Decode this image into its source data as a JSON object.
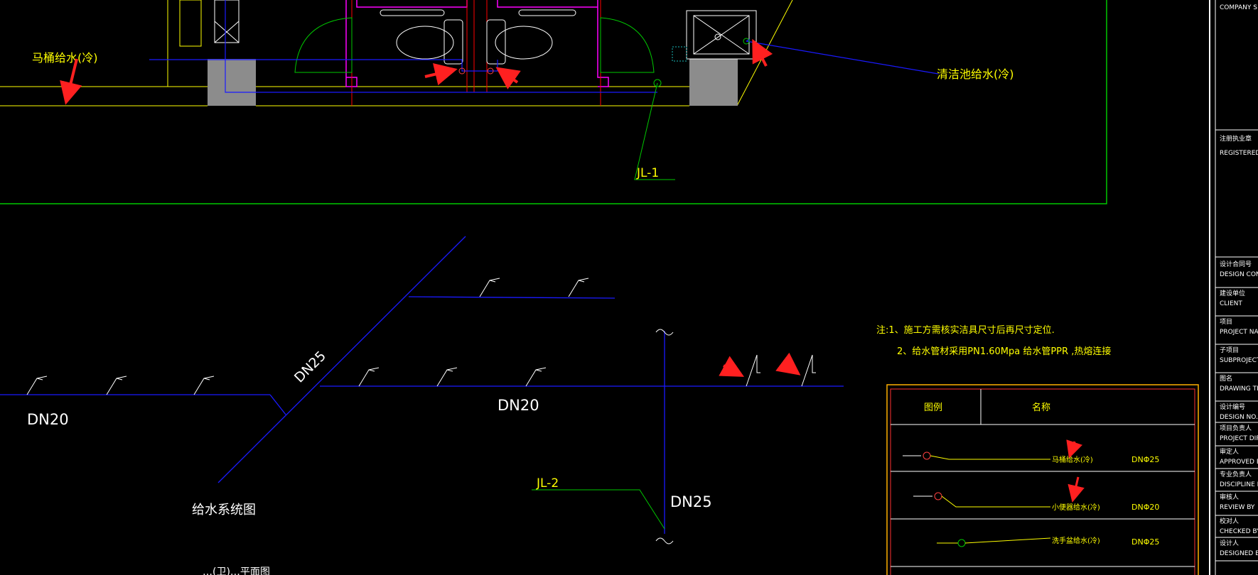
{
  "plan": {
    "label_toilet_supply": "马桶给水(冷)",
    "label_mop_sink_supply": "清洁池给水(冷)",
    "label_riser_1": "JL-1"
  },
  "system": {
    "title": "给水系统图",
    "label_dn25_diag": "DN25",
    "label_dn20_left": "DN20",
    "label_dn20_mid": "DN20",
    "label_dn25_riser": "DN25",
    "label_riser_2": "JL-2",
    "bottom_caption_partial": "…(卫)…平面图"
  },
  "notes": {
    "line1": "注:1、施工方需核实洁具尺寸后再尺寸定位.",
    "line2": "2、给水管材采用PN1.60Mpa   给水管PPR ,热熔连接"
  },
  "legend": {
    "header_symbol": "图例",
    "header_name": "名称",
    "rows": [
      {
        "name": "马桶给水(冷)",
        "size": "DNΦ25"
      },
      {
        "name": "小便器给水(冷)",
        "size": "DNΦ20"
      },
      {
        "name": "洗手盆给水(冷)",
        "size": "DNΦ25"
      }
    ]
  },
  "title_block": {
    "company": "COMPANY S",
    "reg_cn": "注册执业章",
    "reg_en": "REGISTERED",
    "rows": [
      {
        "cn": "设计合同号",
        "en": "DESIGN CONTRAC"
      },
      {
        "cn": "建设单位",
        "en": "CLIENT"
      },
      {
        "cn": "项目",
        "en": "PROJECT NAME"
      },
      {
        "cn": "子项目",
        "en": "SUBPROJECT NA"
      },
      {
        "cn": "图名",
        "en": "DRAWING TITLE"
      },
      {
        "cn": "设计编号",
        "en": "DESIGN NO."
      },
      {
        "cn": "项目负责人",
        "en": "PROJECT DIRECTO"
      },
      {
        "cn": "审定人",
        "en": "APPROVED BY"
      },
      {
        "cn": "专业负责人",
        "en": "DISCIPLINE RESPONS"
      },
      {
        "cn": "审核人",
        "en": "REVIEW BY"
      },
      {
        "cn": "校对人",
        "en": "CHECKED BY"
      },
      {
        "cn": "设计人",
        "en": "DESIGNED BY"
      }
    ]
  },
  "colors": {
    "background": "#000000",
    "pipe_blue": "#1a1aff",
    "wall_yellow": "#ffff00",
    "riser_green": "#00c800",
    "partition_red": "#ff0000",
    "marker_red": "#ff2020",
    "frame_magenta": "#ff00ff",
    "block_gray": "#8c8c8c"
  }
}
